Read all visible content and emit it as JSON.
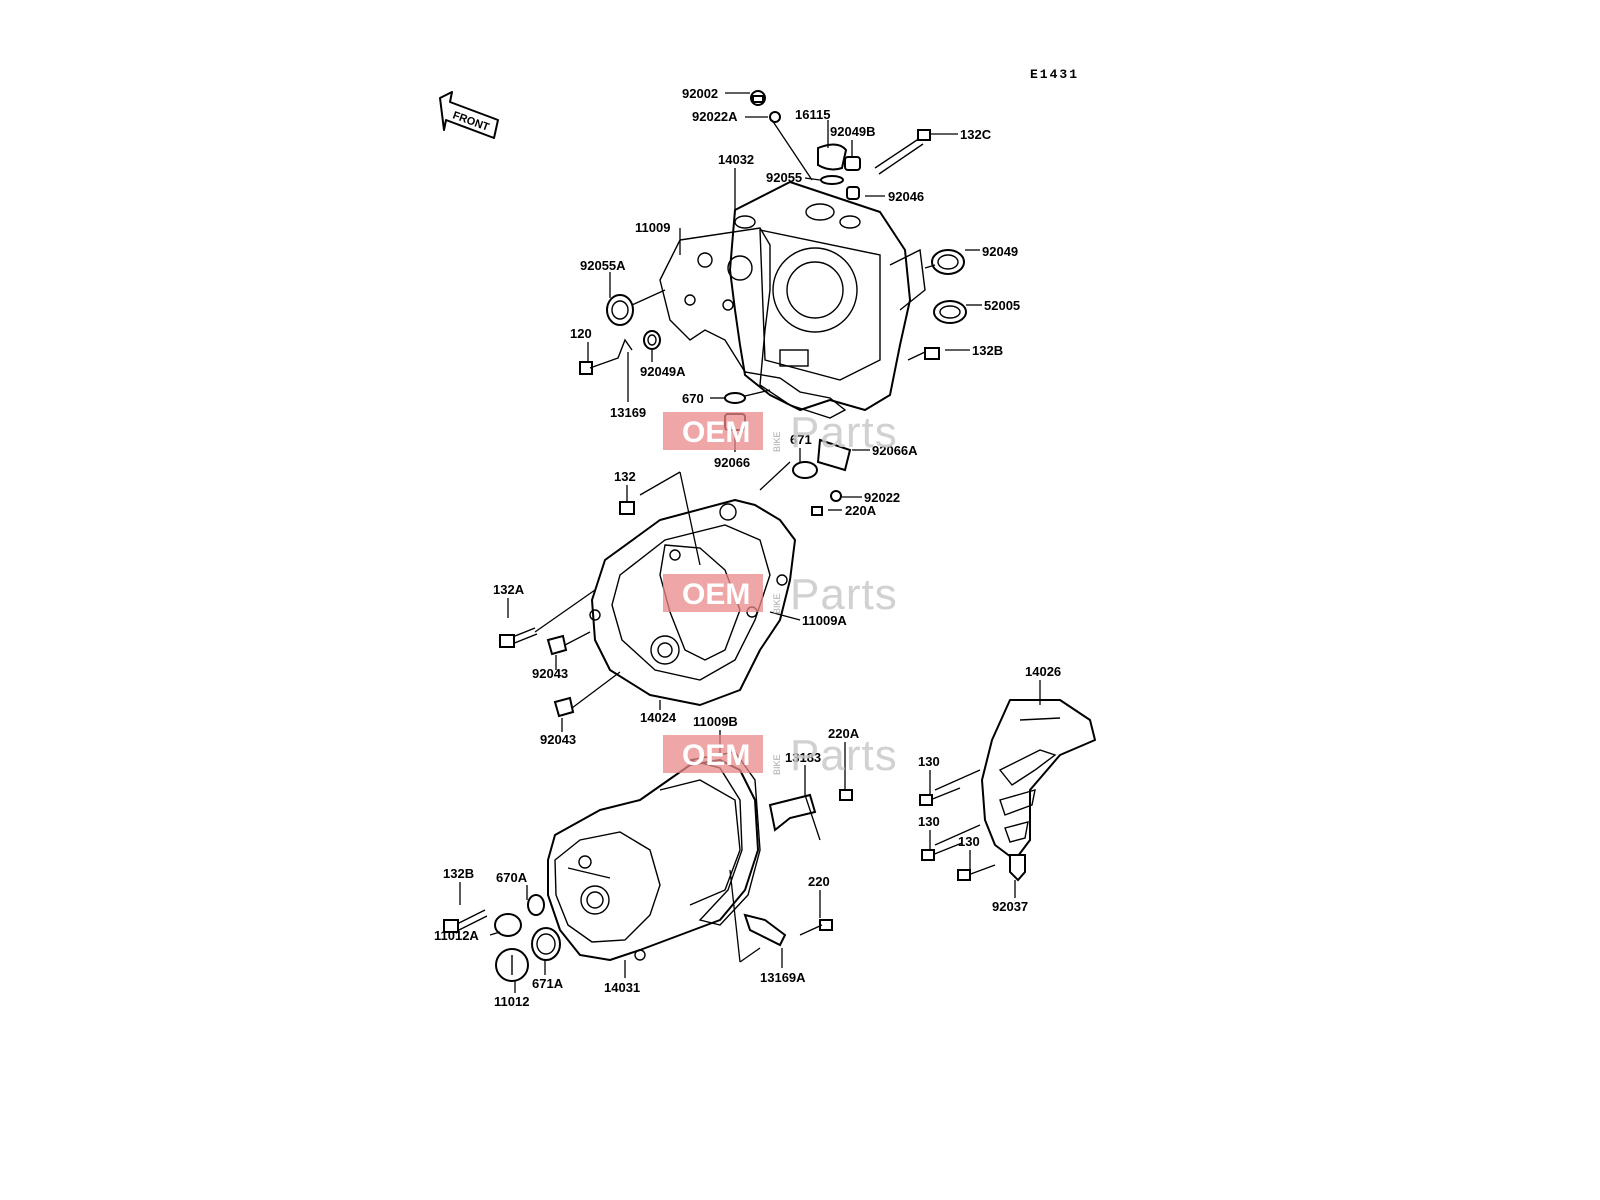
{
  "diagram_code": "E1431",
  "front_arrow_label": "FRONT",
  "watermark": {
    "left": "OEM",
    "middle": "BIKE",
    "right": "Parts"
  },
  "part_labels": [
    {
      "id": "92002"
    },
    {
      "id": "92022A"
    },
    {
      "id": "16115"
    },
    {
      "id": "92049B"
    },
    {
      "id": "132C"
    },
    {
      "id": "14032"
    },
    {
      "id": "92055"
    },
    {
      "id": "92046"
    },
    {
      "id": "11009"
    },
    {
      "id": "92049"
    },
    {
      "id": "92055A"
    },
    {
      "id": "52005"
    },
    {
      "id": "120"
    },
    {
      "id": "92049A"
    },
    {
      "id": "132B"
    },
    {
      "id": "13169"
    },
    {
      "id": "670"
    },
    {
      "id": "92066"
    },
    {
      "id": "671"
    },
    {
      "id": "92066A"
    },
    {
      "id": "132"
    },
    {
      "id": "92022"
    },
    {
      "id": "220A"
    },
    {
      "id": "132A"
    },
    {
      "id": "11009A"
    },
    {
      "id": "92043"
    },
    {
      "id": "14024"
    },
    {
      "id": "92043"
    },
    {
      "id": "14026"
    },
    {
      "id": "11009B"
    },
    {
      "id": "220A"
    },
    {
      "id": "13183"
    },
    {
      "id": "130"
    },
    {
      "id": "130"
    },
    {
      "id": "130"
    },
    {
      "id": "132B"
    },
    {
      "id": "670A"
    },
    {
      "id": "220"
    },
    {
      "id": "92037"
    },
    {
      "id": "11012A"
    },
    {
      "id": "671A"
    },
    {
      "id": "14031"
    },
    {
      "id": "13169A"
    },
    {
      "id": "11012"
    }
  ]
}
